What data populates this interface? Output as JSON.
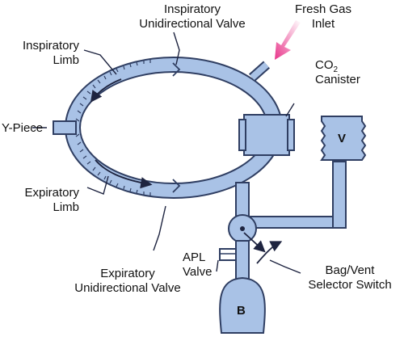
{
  "labels": {
    "insp_valve_1": "Inspiratory",
    "insp_valve_2": "Unidirectional Valve",
    "fresh_1": "Fresh Gas",
    "fresh_2": "Inlet",
    "insp_limb_1": "Inspiratory",
    "insp_limb_2": "Limb",
    "co2_prefix": "CO",
    "co2_sub": "2",
    "co2_2": "Canister",
    "ypiece": "Y-Piece",
    "vent": "V",
    "exp_limb_1": "Expiratory",
    "exp_limb_2": "Limb",
    "apl_1": "APL",
    "apl_2": "Valve",
    "bagvent_1": "Bag/Vent",
    "bagvent_2": "Selector Switch",
    "exp_valve_1": "Expiratory",
    "exp_valve_2": "Unidirectional Valve",
    "bag": "B"
  },
  "colors": {
    "tube_fill": "#a9c2e6",
    "tube_stroke": "#2f3e62",
    "arrow_fresh": "#e8358a",
    "arrow": "#1e2440",
    "text": "#111111"
  }
}
